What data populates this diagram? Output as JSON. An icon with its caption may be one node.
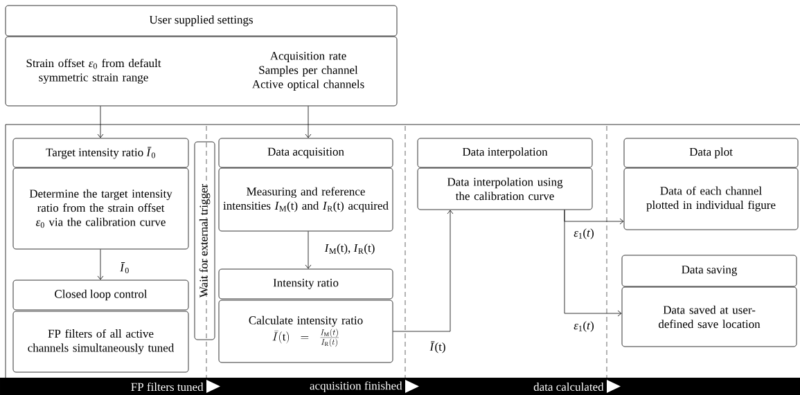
{
  "diagram": {
    "nodes": [
      {
        "text": [
          "User supplied settings",
          "Strain offset *ε*$_{0}$ from default symmetric strain range",
          "Acquisition rate",
          "Samples per channel",
          "Active optical channels"
        ]
      },
      {
        "text": [
          "Target intensity ratio *Ī*$_{0}$",
          "Determine the target intensity ratio from the strain offset *ε*$_{0}$ via the calibration curve"
        ]
      },
      {
        "text": [
          "Closed loop control",
          "FP filters of all active channels simultaneously tuned"
        ]
      },
      {
        "text": [
          "Wait for external trigger"
        ]
      },
      {
        "text": [
          "Data acquisition",
          "Measuring and reference intensities *I*$_{M}$(t) and *I*$_{R}$(t) acquired"
        ]
      },
      {
        "text": [
          "Intensity ratio",
          "Calculate intensity ratio",
          "\\bar{I}(\\mathrm{t}) = \\frac{I_{\\mathrm{M}}(t)}{I_{\\mathrm{R}}(t)}"
        ]
      },
      {
        "text": [
          "Data interpolation",
          "Data interpolation using the calibration curve"
        ]
      },
      {
        "text": [
          "Data plot",
          "Data of each channel plotted in individual figure"
        ]
      },
      {
        "text": [
          "Data saving",
          "Data saved at user-defined save location"
        ]
      }
    ],
    "edges": [
      {
        "from": 0,
        "to": 1,
        "arrow": "to"
      },
      {
        "from": 0,
        "to": 4,
        "arrow": "to"
      },
      {
        "from": 1,
        "to": 2,
        "arrow": "to",
        "label": "*Ī*$_{0}$"
      },
      {
        "from": 4,
        "to": 5,
        "arrow": "to",
        "label": "*I*$_{M}$(t), *I*$_{R}$(t)"
      },
      {
        "from": 5,
        "to": 6,
        "arrow": "to",
        "label": "*Ī*(t)"
      },
      {
        "from": 6,
        "to": 7,
        "arrow": "to",
        "label": "*ε*$_{1}$(*t*)"
      },
      {
        "from": 6,
        "to": 8,
        "arrow": "to",
        "label": "*ε*$_{1}$(*t*)"
      }
    ],
    "labels": [
      "FP filters tuned",
      "acquisition finished",
      "data calculated"
    ]
  }
}
